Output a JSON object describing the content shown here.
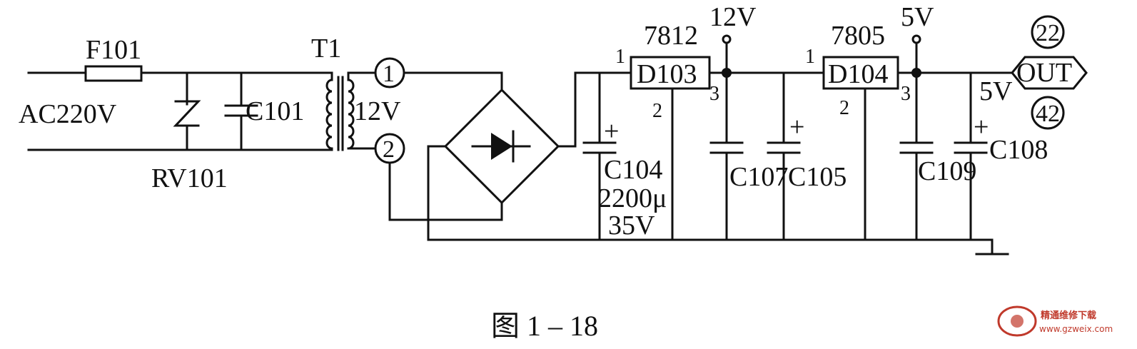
{
  "labels": {
    "ac_input": "AC220V",
    "fuse": "F101",
    "varistor": "RV101",
    "cap_c101": "C101",
    "transformer": "T1",
    "transformer_out": "12V",
    "pin_1": "1",
    "pin_2": "2",
    "cap_c104": "C104",
    "cap_c104_value": "2200μ",
    "cap_c104_voltage": "35V",
    "reg1_type": "7812",
    "reg1_ref": "D103",
    "reg1_pin1": "1",
    "reg1_pin2": "2",
    "reg1_pin3": "3",
    "rail_12v": "12V",
    "cap_c107": "C107",
    "cap_c105": "C105",
    "reg2_type": "7805",
    "reg2_ref": "D104",
    "reg2_pin1": "1",
    "reg2_pin2": "2",
    "reg2_pin3": "3",
    "rail_5v": "5V",
    "cap_c109": "C109",
    "cap_c108": "C108",
    "out_5v": "5V",
    "out_label": "OUT",
    "connector_top": "22",
    "connector_bottom": "42",
    "plus_sign": "+",
    "figure_caption": "图 1 – 18"
  },
  "watermark": {
    "name": "精通维修下载",
    "url": "www.gzweix.com",
    "color": "#c0392b"
  }
}
